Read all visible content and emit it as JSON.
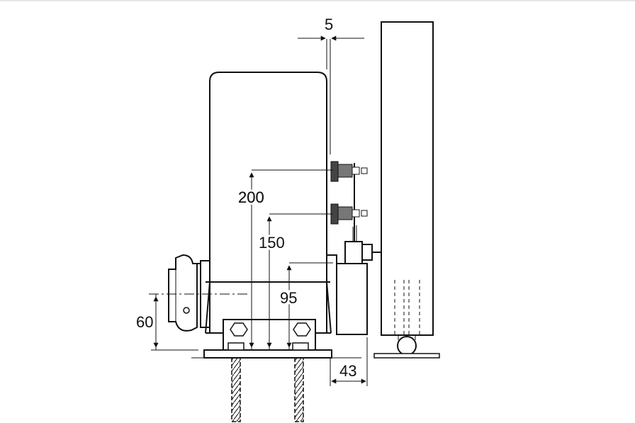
{
  "dimensions": {
    "gap_top": "5",
    "height_a": "200",
    "height_b": "150",
    "height_c": "95",
    "axis_height": "60",
    "offset_bottom": "43"
  }
}
